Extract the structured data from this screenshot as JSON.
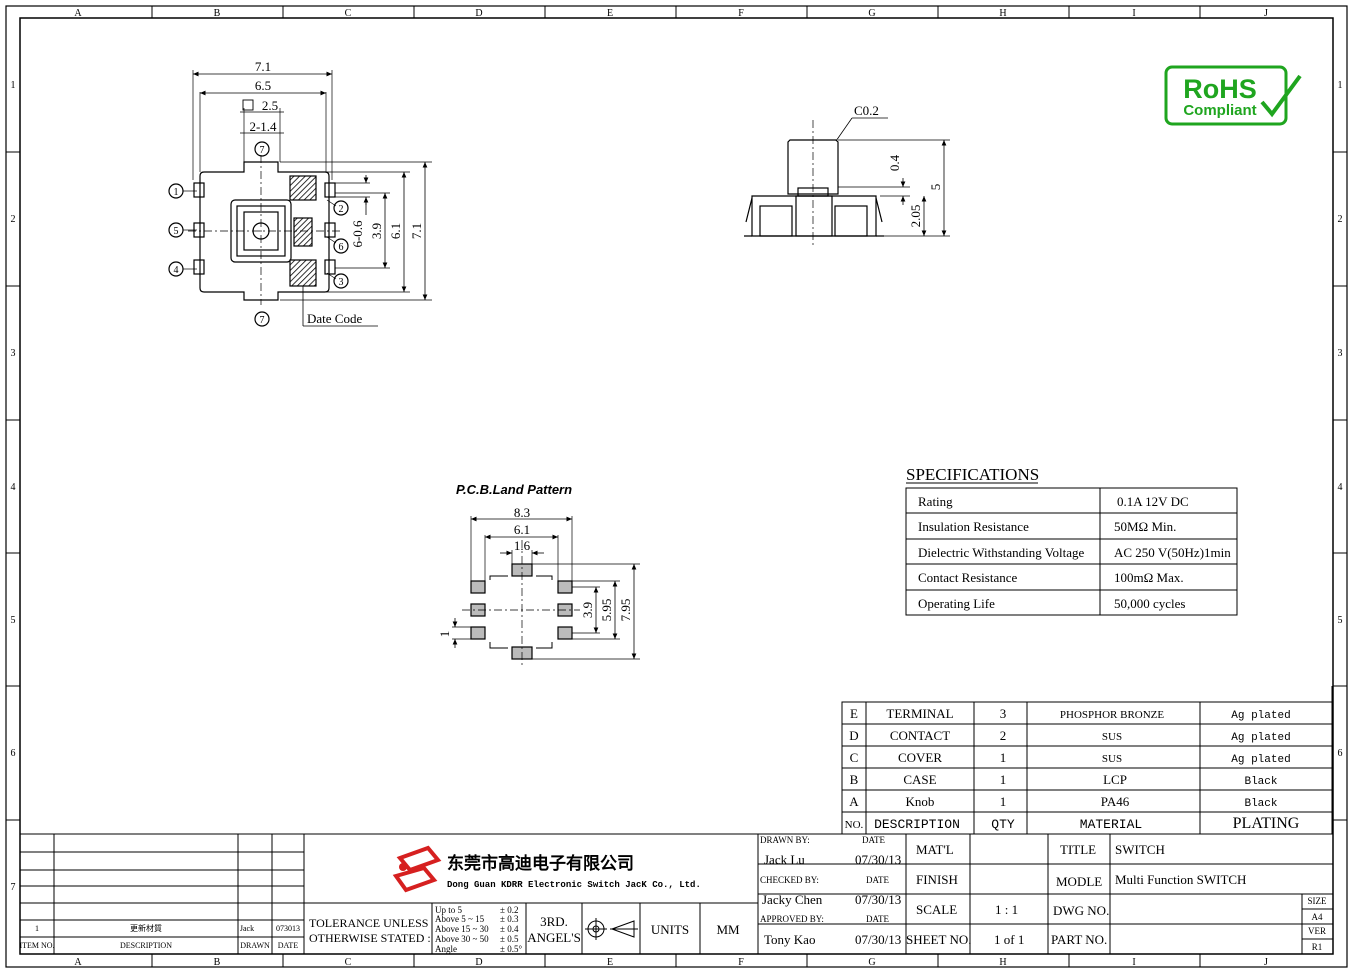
{
  "frame": {
    "cols": [
      "A",
      "B",
      "C",
      "D",
      "E",
      "F",
      "G",
      "H",
      "I",
      "J"
    ],
    "rows": [
      "1",
      "2",
      "3",
      "4",
      "5",
      "6",
      "7"
    ]
  },
  "rohs": {
    "line1": "RoHS",
    "line2": "Compliant"
  },
  "top_view": {
    "dims": {
      "w_outer": "7.1",
      "w_inner": "6.5",
      "sq": "2.5",
      "pitch": "2-1.4",
      "pin_w": "6-0.6",
      "h_39": "3.9",
      "h_61": "6.1",
      "h_71": "7.1"
    },
    "pins": {
      "p1": "1",
      "p2": "2",
      "p3": "3",
      "p4": "4",
      "p5": "5",
      "p6": "6",
      "p7a": "7",
      "p7b": "7"
    },
    "date_code": "Date Code"
  },
  "side_view": {
    "chamfer": "C0.2",
    "d04": "0.4",
    "d205": "2.05",
    "d5": "5"
  },
  "land": {
    "title": "P.C.B.Land Pattern",
    "d83": "8.3",
    "d61": "6.1",
    "d16": "1.6",
    "d39": "3.9",
    "d595": "5.95",
    "d795": "7.95",
    "d1": "1"
  },
  "specs": {
    "title": "SPECIFICATIONS",
    "rows": [
      {
        "k": "Rating",
        "v": "0.1A 12V DC"
      },
      {
        "k": "Insulation Resistance",
        "v": "50MΩ Min."
      },
      {
        "k": "Dielectric Withstanding Voltage",
        "v": "AC 250 V(50Hz)1min"
      },
      {
        "k": "Contact Resistance",
        "v": "100mΩ Max."
      },
      {
        "k": "Operating Life",
        "v": "50,000 cycles"
      }
    ]
  },
  "bom": {
    "rows": [
      {
        "no": "E",
        "desc": "TERMINAL",
        "qty": "3",
        "mat": "PHOSPHOR BRONZE",
        "plat": "Ag plated"
      },
      {
        "no": "D",
        "desc": "CONTACT",
        "qty": "2",
        "mat": "SUS",
        "plat": "Ag plated"
      },
      {
        "no": "C",
        "desc": "COVER",
        "qty": "1",
        "mat": "SUS",
        "plat": "Ag plated"
      },
      {
        "no": "B",
        "desc": "CASE",
        "qty": "1",
        "mat": "LCP",
        "plat": "Black"
      },
      {
        "no": "A",
        "desc": "Knob",
        "qty": "1",
        "mat": "PA46",
        "plat": "Black"
      }
    ],
    "header": {
      "no": "NO.",
      "desc": "DESCRIPTION",
      "qty": "QTY",
      "mat": "MATERIAL",
      "plat": "PLATING"
    }
  },
  "revision": {
    "row": {
      "item": "1",
      "desc": "更新材質",
      "drawn": "Jack",
      "date": "073013"
    },
    "header": {
      "item": "ITEM NO.",
      "desc": "DESCRIPTION",
      "drawn": "DRAWN",
      "date": "DATE"
    }
  },
  "title_block": {
    "company_cn": "东莞市高迪电子有限公司",
    "company_en": "Dong Guan KDRR  Electronic Switch JacK Co., Ltd.",
    "tol_label1": "TOLERANCE UNLESS",
    "tol_label2": "OTHERWISE STATED :",
    "tol_ranges": [
      "Up  to 5",
      "Above 5   ~ 15",
      "Above 15 ~ 30",
      "Above 30 ~ 50",
      "Angle"
    ],
    "tol_values": [
      "± 0.2",
      "± 0.3",
      "± 0.4",
      "± 0.5",
      "± 0.5°"
    ],
    "angle1": "3RD.",
    "angle2": "ANGEL'S",
    "units_label": "UNITS",
    "units_value": "MM",
    "drawn_by": "DRAWN BY:",
    "drawn_name": "Jack  Lu",
    "drawn_date": "07/30/13",
    "checked_by": "CHECKED BY:",
    "checked_name": "Jacky Chen",
    "checked_date": "07/30/13",
    "approved_by": "APPROVED BY:",
    "approved_name": "Tony Kao",
    "approved_date": "07/30/13",
    "date_label": "DATE",
    "matl": "MAT'L",
    "finish": "FINISH",
    "scale": "SCALE",
    "scale_value": "1 : 1",
    "sheet_no": "SHEET NO.",
    "sheet_value": "1 of 1",
    "title": "TITLE",
    "title_value": "SWITCH",
    "modle": "MODLE",
    "modle_value": "Multi Function   SWITCH",
    "dwg_no": "DWG NO.",
    "part_no": "PART NO.",
    "size": "SIZE",
    "size_value": "A4",
    "ver": "VER",
    "ver_value": "R1"
  }
}
